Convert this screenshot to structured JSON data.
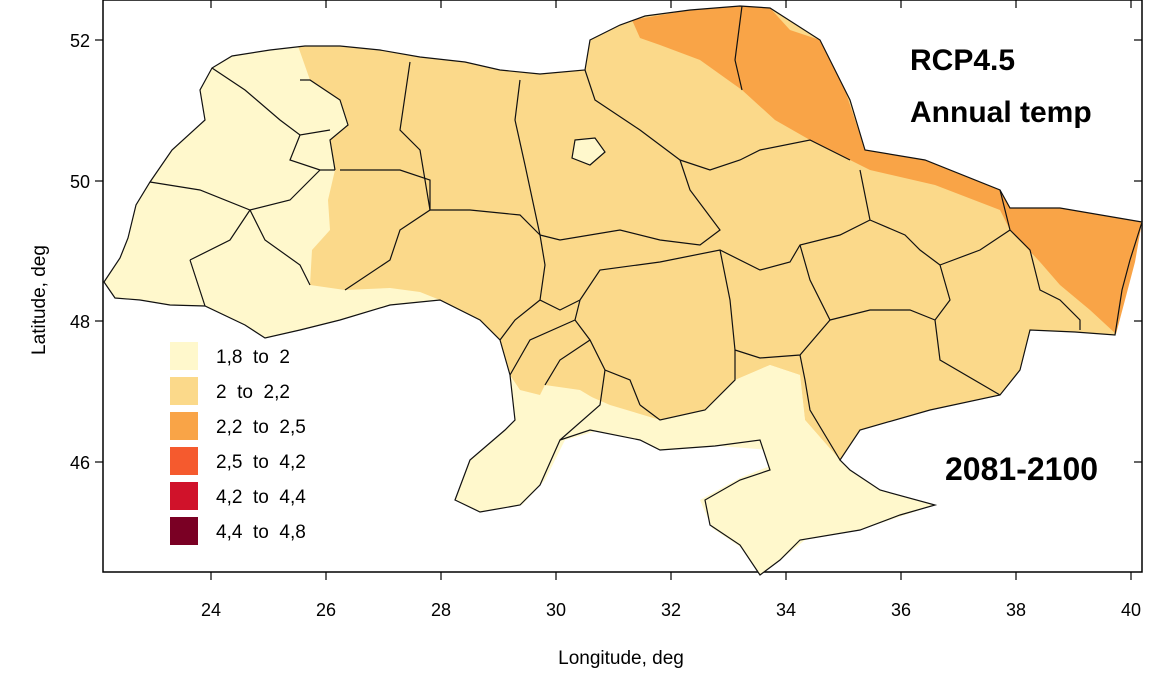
{
  "map": {
    "title_line1": "RCP4.5",
    "title_line2": "Annual temp",
    "period": "2081-2100",
    "x_axis_label": "Longitude, deg",
    "y_axis_label": "Latitude, deg",
    "x_ticks": [
      24,
      26,
      28,
      30,
      32,
      34,
      36,
      38,
      40
    ],
    "y_ticks": [
      46,
      48,
      50,
      52
    ],
    "lon_range": [
      22.2,
      40.2
    ],
    "lat_range": [
      44.4,
      52.4
    ],
    "legend": [
      {
        "label": "1,8  to  2",
        "color": "#fff8cc"
      },
      {
        "label": "2  to  2,2",
        "color": "#fbd98a"
      },
      {
        "label": "2,2  to  2,5",
        "color": "#f9a447"
      },
      {
        "label": "2,5  to  4,2",
        "color": "#f55a2e"
      },
      {
        "label": "4,2  to  4,4",
        "color": "#d0122a"
      },
      {
        "label": "4,4  to  4,8",
        "color": "#7a0024"
      }
    ]
  }
}
